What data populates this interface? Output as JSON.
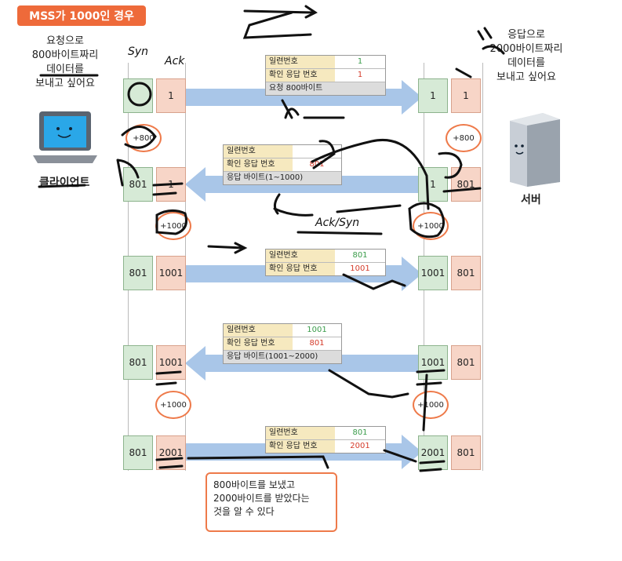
{
  "title": "MSS가 1000인 경우",
  "client": {
    "speech": [
      "요청으로",
      "800바이트짜리",
      "데이터를",
      "보내고 싶어요"
    ],
    "label": "클라이언트"
  },
  "server": {
    "speech": [
      "응답으로",
      "2000바이트짜리",
      "데이터를",
      "보내고 싶어요"
    ],
    "label": "서버"
  },
  "left_stack": [
    {
      "seq": "",
      "ack": "1"
    },
    {
      "seq": "801",
      "ack": "1"
    },
    {
      "seq": "801",
      "ack": "1001"
    },
    {
      "seq": "801",
      "ack": "1001"
    },
    {
      "seq": "801",
      "ack": "2001"
    }
  ],
  "right_stack": [
    {
      "seq": "1",
      "ack": "1"
    },
    {
      "seq": "1",
      "ack": "801"
    },
    {
      "seq": "1001",
      "ack": "801"
    },
    {
      "seq": "1001",
      "ack": "801"
    },
    {
      "seq": "2001",
      "ack": "801"
    }
  ],
  "increments": {
    "left_1": "+800",
    "left_2": "+1000",
    "right_1": "+800",
    "right_2": "+1000",
    "right_3": "+1000",
    "left_3": "+1000"
  },
  "packets": [
    {
      "seq_label": "일련번호",
      "seq": "1",
      "ack_label": "확인 응답 번호",
      "ack": "1",
      "payload": "요청 800바이트"
    },
    {
      "seq_label": "일련번호",
      "seq": "",
      "ack_label": "확인 응답 번호",
      "ack": "801",
      "payload": "응답 바이트(1~1000)"
    },
    {
      "seq_label": "일련번호",
      "seq": "801",
      "ack_label": "확인 응답 번호",
      "ack": "1001",
      "payload": ""
    },
    {
      "seq_label": "일련번호",
      "seq": "1001",
      "ack_label": "확인 응답 번호",
      "ack": "801",
      "payload": "응답 바이트(1001~2000)"
    },
    {
      "seq_label": "일련번호",
      "seq": "801",
      "ack_label": "확인 응답 번호",
      "ack": "2001",
      "payload": ""
    }
  ],
  "note": [
    "800바이트를 보냈고",
    "2000바이트를 받았다는",
    "것을 알 수 있다"
  ],
  "handwriting": {
    "syn": "Syn",
    "ack": "Ack",
    "ack_syn": "Ack/Syn"
  },
  "colors": {
    "accent": "#ee6a3a",
    "seq_green": "#3a9c4a",
    "ack_red": "#d53b2a",
    "arrow_blue": "#a9c6e8"
  }
}
